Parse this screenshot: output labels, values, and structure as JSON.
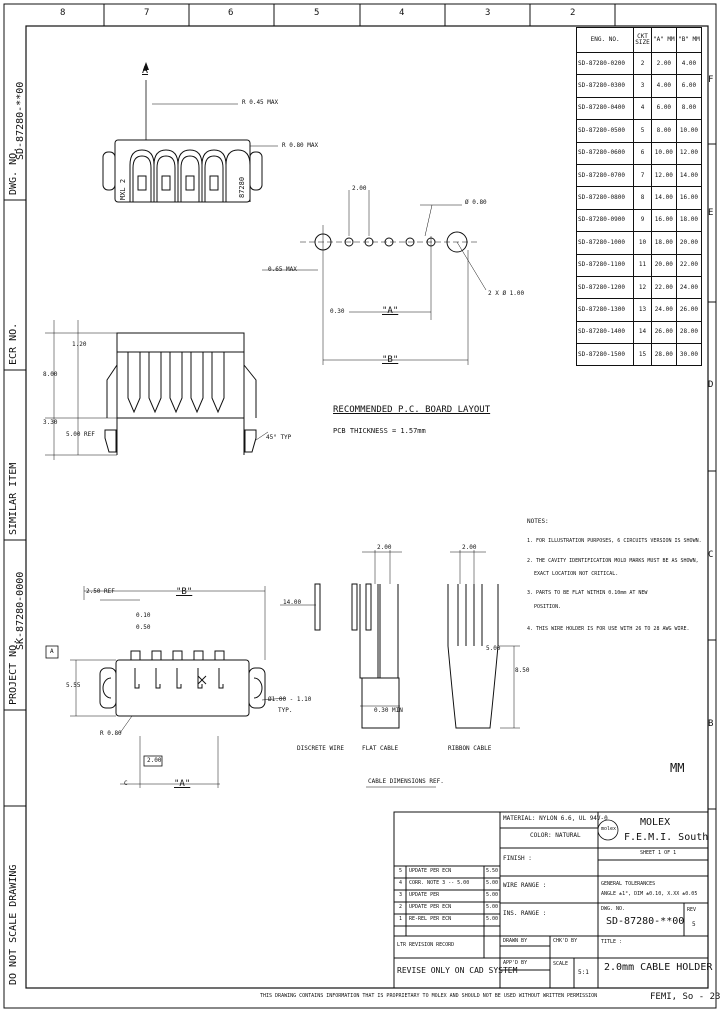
{
  "border": {
    "top_zones": [
      "8",
      "7",
      "6",
      "5",
      "4",
      "3",
      "2"
    ],
    "right_zones": [
      "F",
      "E",
      "D",
      "C",
      "B"
    ]
  },
  "left_strip": {
    "dwg_no": "DWG. NO.",
    "dwg_value": "SD-87280-**00",
    "ecr_no": "ECR NO.",
    "similar_item": "SIMILAR ITEM",
    "project_no": "PROJECT NO.",
    "project_value": "SK-87280-0000",
    "do_not_scale": "DO NOT SCALE DRAWING"
  },
  "top_view": {
    "datum": "A",
    "housing_marking_left": "MXL 2",
    "housing_marking_right": "87280",
    "dim_radius": "R 0.45 MAX",
    "dim_radius2": "R 0.80 MAX",
    "dim_thickness": "0.65 MAX"
  },
  "pcb_layout": {
    "title": "RECOMMENDED P.C. BOARD LAYOUT",
    "subtitle": "PCB THICKNESS = 1.57mm",
    "pitch_label": "2.00",
    "hole_label": "Ø 0.80",
    "big_hole_label": "2 X Ø 1.00",
    "offset_label": "0.30",
    "dim_a": "\"A\"",
    "dim_b": "\"B\""
  },
  "side_view": {
    "dim_top": "1.20",
    "dim_height": "8.00",
    "dim_ref": "5.00 REF",
    "dim_low": "3.30",
    "dim_angle": "45° TYP"
  },
  "front_view": {
    "dim_b": "\"B\"",
    "dim_a": "\"A\"",
    "dim_left": "2.50 REF",
    "dim_0_10": "0.10",
    "dim_0_50": "0.50",
    "dim_width": "5.55",
    "dim_radius": "R 0.80",
    "dim_pin": "Ø1.00 - 1.10",
    "dim_pin_note": "TYP.",
    "dim_small": "2.00",
    "datum": "A",
    "flag": "C"
  },
  "cables": {
    "title": "CABLE DIMENSIONS REF.",
    "discrete": "DISCRETE WIRE",
    "flat": "FLAT CABLE",
    "ribbon": "RIBBON CABLE",
    "dim_pitch": "2.00",
    "dim_pitch2": "2.00",
    "dim_len": "14.00",
    "dim_len2": "5.00",
    "dim_len3": "8.50",
    "dim_small": "0.30 MIN"
  },
  "notes": {
    "title": "NOTES:",
    "n1": "1. FOR ILLUSTRATION PURPOSES, 6 CIRCUITS VERSION IS SHOWN.",
    "n2a": "2. THE CAVITY IDENTIFICATION MOLD MARKS MUST BE AS SHOWN,",
    "n2b": "EXACT LOCATION NOT CRITICAL.",
    "n3a": "3. PARTS TO BE FLAT WITHIN 0.10mm AT NEW",
    "n3b": "POSITION.",
    "n4": "4. THIS WIRE HOLDER IS FOR USE WITH 26 TO 28 AWG WIRE."
  },
  "units": "MM",
  "parts_table": {
    "headers": [
      "ENG. NO.",
      "CKT SIZE",
      "\"A\" MM",
      "\"B\" MM"
    ],
    "rows": [
      [
        "SD-87280-0200",
        "2",
        "2.00",
        "4.00"
      ],
      [
        "SD-87280-0300",
        "3",
        "4.00",
        "6.00"
      ],
      [
        "SD-87280-0400",
        "4",
        "6.00",
        "8.00"
      ],
      [
        "SD-87280-0500",
        "5",
        "8.00",
        "10.00"
      ],
      [
        "SD-87280-0600",
        "6",
        "10.00",
        "12.00"
      ],
      [
        "SD-87280-0700",
        "7",
        "12.00",
        "14.00"
      ],
      [
        "SD-87280-0800",
        "8",
        "14.00",
        "16.00"
      ],
      [
        "SD-87280-0900",
        "9",
        "16.00",
        "18.00"
      ],
      [
        "SD-87280-1000",
        "10",
        "18.00",
        "20.00"
      ],
      [
        "SD-87280-1100",
        "11",
        "20.00",
        "22.00"
      ],
      [
        "SD-87280-1200",
        "12",
        "22.00",
        "24.00"
      ],
      [
        "SD-87280-1300",
        "13",
        "24.00",
        "26.00"
      ],
      [
        "SD-87280-1400",
        "14",
        "26.00",
        "28.00"
      ],
      [
        "SD-87280-1500",
        "15",
        "28.00",
        "30.00"
      ]
    ]
  },
  "title_block": {
    "material": "MATERIAL: NYLON 6.6, UL 94V-0",
    "color": "COLOR: NATURAL",
    "company": "MOLEX",
    "division": "F.E.M.I. South",
    "logo": "molex",
    "sheet": "SHEET 1 OF 1",
    "finish": "FINISH :",
    "wire_range": "WIRE RANGE :",
    "ins_range": "INS. RANGE :",
    "general_tol": "GENERAL TOLERANCES",
    "tol_line": "ANGLE ±1°, DIM ±0.10, X.XX ±0.05",
    "dwg_no_label": "DWG. NO.",
    "dwg_no": "SD-87280-**00",
    "rev_label": "REV",
    "rev": "5",
    "title_label": "TITLE :",
    "title": "2.0mm CABLE HOLDER",
    "drawn_by": "DRAWN BY",
    "checked_by": "CHK'D BY",
    "approved_by": "APP'D BY",
    "scale_label": "SCALE",
    "scale": "5:1",
    "revise_note": "REVISE ONLY ON CAD SYSTEM",
    "rev_hist_label": "LTR  REVISION RECORD",
    "revisions": [
      {
        "ltr": "5",
        "desc": "UPDATE PER ECN",
        "ref": "5.50"
      },
      {
        "ltr": "4",
        "desc": "CORR. NOTE 3 -- 5.00",
        "ref": "5.00"
      },
      {
        "ltr": "3",
        "desc": "UPDATE PER",
        "ref": "5.00"
      },
      {
        "ltr": "2",
        "desc": "UPDATE PER ECN",
        "ref": "5.00"
      },
      {
        "ltr": "1",
        "desc": "RE-REL PER ECN",
        "ref": "5.00"
      }
    ],
    "proprietary": "THIS DRAWING CONTAINS INFORMATION THAT IS PROPRIETARY TO MOLEX AND SHOULD NOT BE USED WITHOUT WRITTEN PERMISSION",
    "footer_code": "FEMI, So - 23"
  }
}
